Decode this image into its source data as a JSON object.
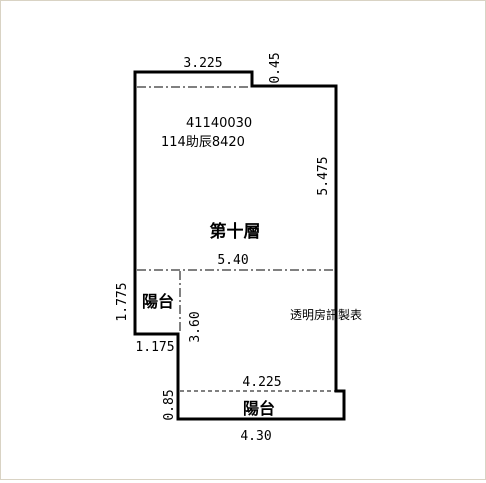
{
  "plan": {
    "case_number": "41140030",
    "document_number": "114助辰8420",
    "floor_label": "第十層",
    "balcony_left_label": "陽台",
    "balcony_bottom_label": "陽台",
    "watermark": "透明房訊製表"
  },
  "dimensions": {
    "top_width": "3.225",
    "top_step": "0.45",
    "right_height": "5.475",
    "middle_width": "5.40",
    "left_balcony_height": "1.775",
    "left_balcony_width": "1.175",
    "inner_height": "3.60",
    "bottom_inner_width": "4.225",
    "bottom_balcony_depth": "0.85",
    "bottom_width": "4.30"
  },
  "colors": {
    "line": "#000000",
    "frame": "#d9d3c4"
  }
}
